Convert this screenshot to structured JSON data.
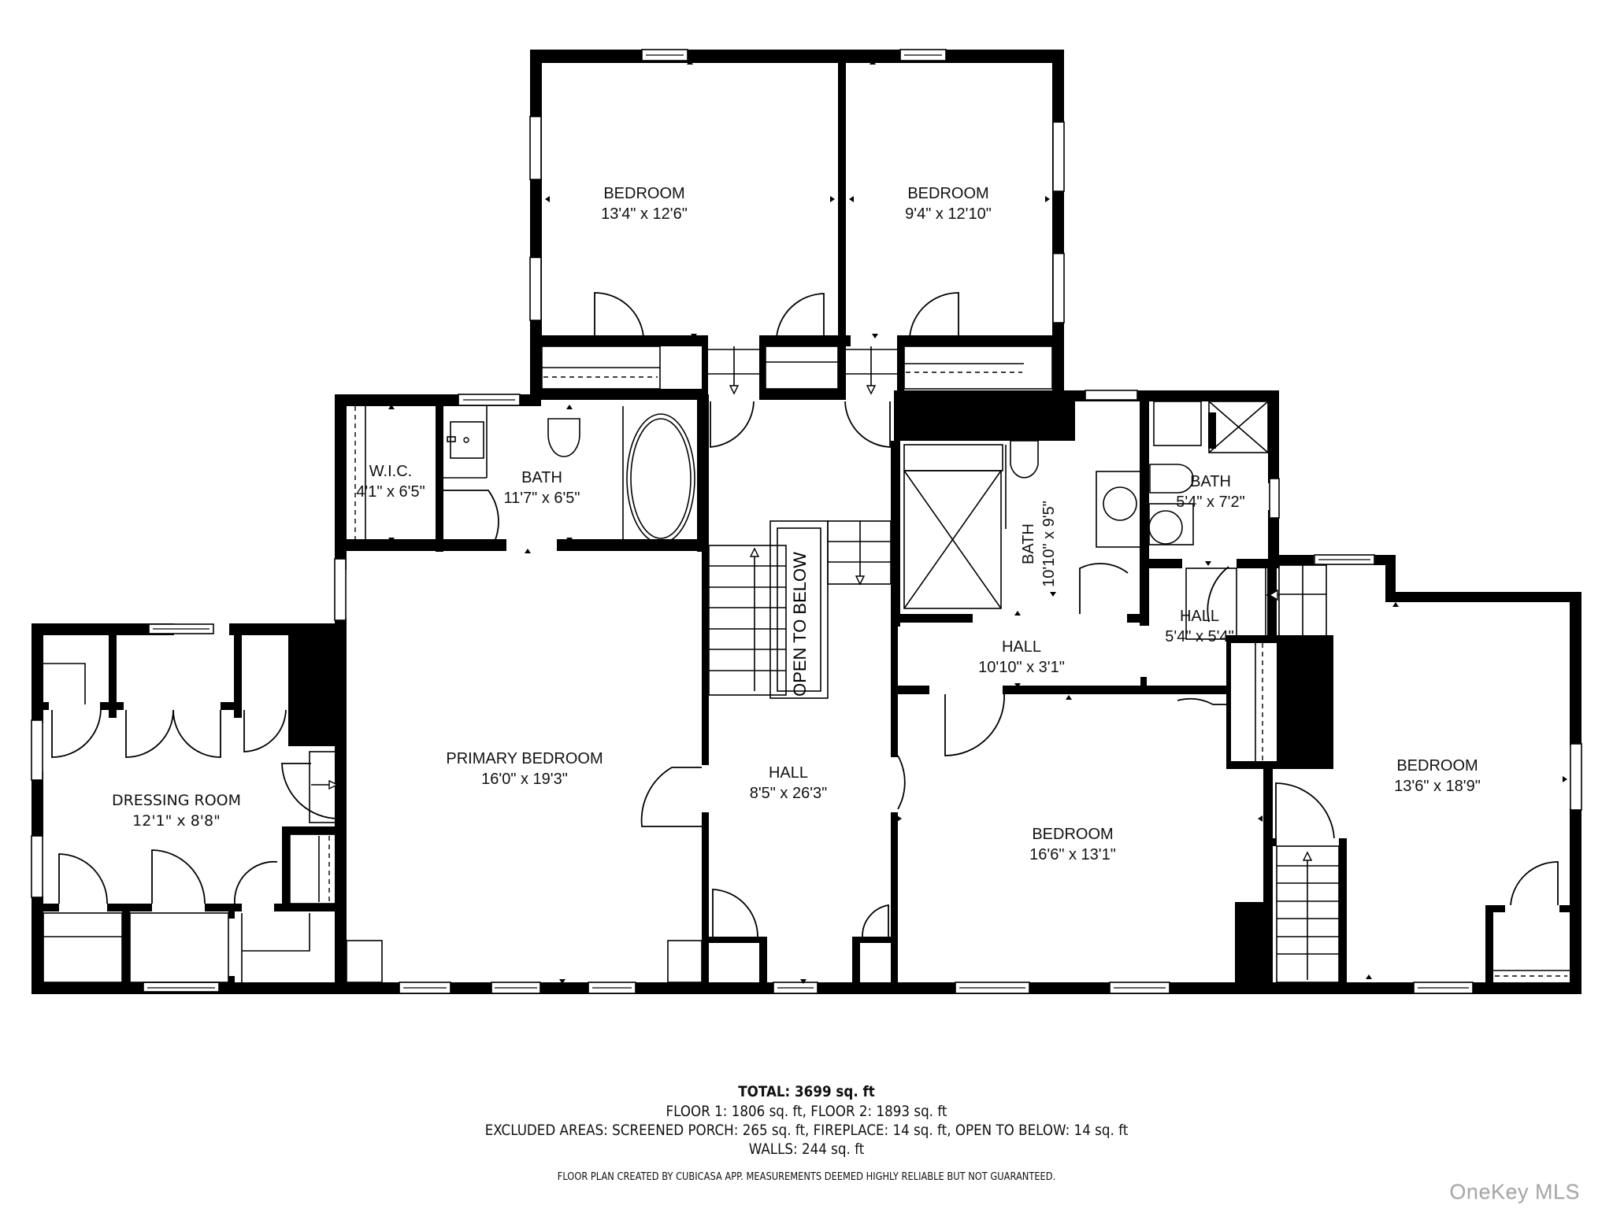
{
  "rooms": {
    "bedroom_top_left": {
      "name": "BEDROOM",
      "dims": "13'4\" x 12'6\""
    },
    "bedroom_top_right": {
      "name": "BEDROOM",
      "dims": "9'4\" x 12'10\""
    },
    "wic": {
      "name": "W.I.C.",
      "dims": "4'1\" x 6'5\""
    },
    "bath_primary": {
      "name": "BATH",
      "dims": "11'7\" x 6'5\""
    },
    "bath_center": {
      "name": "BATH",
      "dims": "10'10\" x 9'5\""
    },
    "bath_small": {
      "name": "BATH",
      "dims": "5'4\" x 7'2\""
    },
    "hall_small": {
      "name": "HALL",
      "dims": "5'4\" x 5'4\""
    },
    "hall_short": {
      "name": "HALL",
      "dims": "10'10\" x 3'1\""
    },
    "hall_main": {
      "name": "HALL",
      "dims": "8'5\" x 26'3\""
    },
    "primary_bedroom": {
      "name": "PRIMARY BEDROOM",
      "dims": "16'0\" x 19'3\""
    },
    "dressing_room": {
      "name": "DRESSING ROOM",
      "dims": "12'1\" x 8'8\""
    },
    "bedroom_center": {
      "name": "BEDROOM",
      "dims": "16'6\" x 13'1\""
    },
    "bedroom_right": {
      "name": "BEDROOM",
      "dims": "13'6\" x 18'9\""
    }
  },
  "open_to_below": "OPEN TO BELOW",
  "summary": {
    "total": "TOTAL: 3699 sq. ft",
    "floors": "FLOOR 1: 1806 sq. ft, FLOOR 2: 1893 sq. ft",
    "excluded": "EXCLUDED AREAS: SCREENED PORCH: 265 sq. ft, FIREPLACE: 14 sq. ft, OPEN TO BELOW: 14 sq. ft",
    "walls": "WALLS: 244 sq. ft",
    "disclaimer": "FLOOR PLAN CREATED BY CUBICASA APP. MEASUREMENTS DEEMED HIGHLY RELIABLE BUT NOT GUARANTEED."
  },
  "watermark": "OneKey MLS",
  "colors": {
    "wall": "#000000",
    "background": "#ffffff",
    "watermark": "#a8a8a8"
  }
}
